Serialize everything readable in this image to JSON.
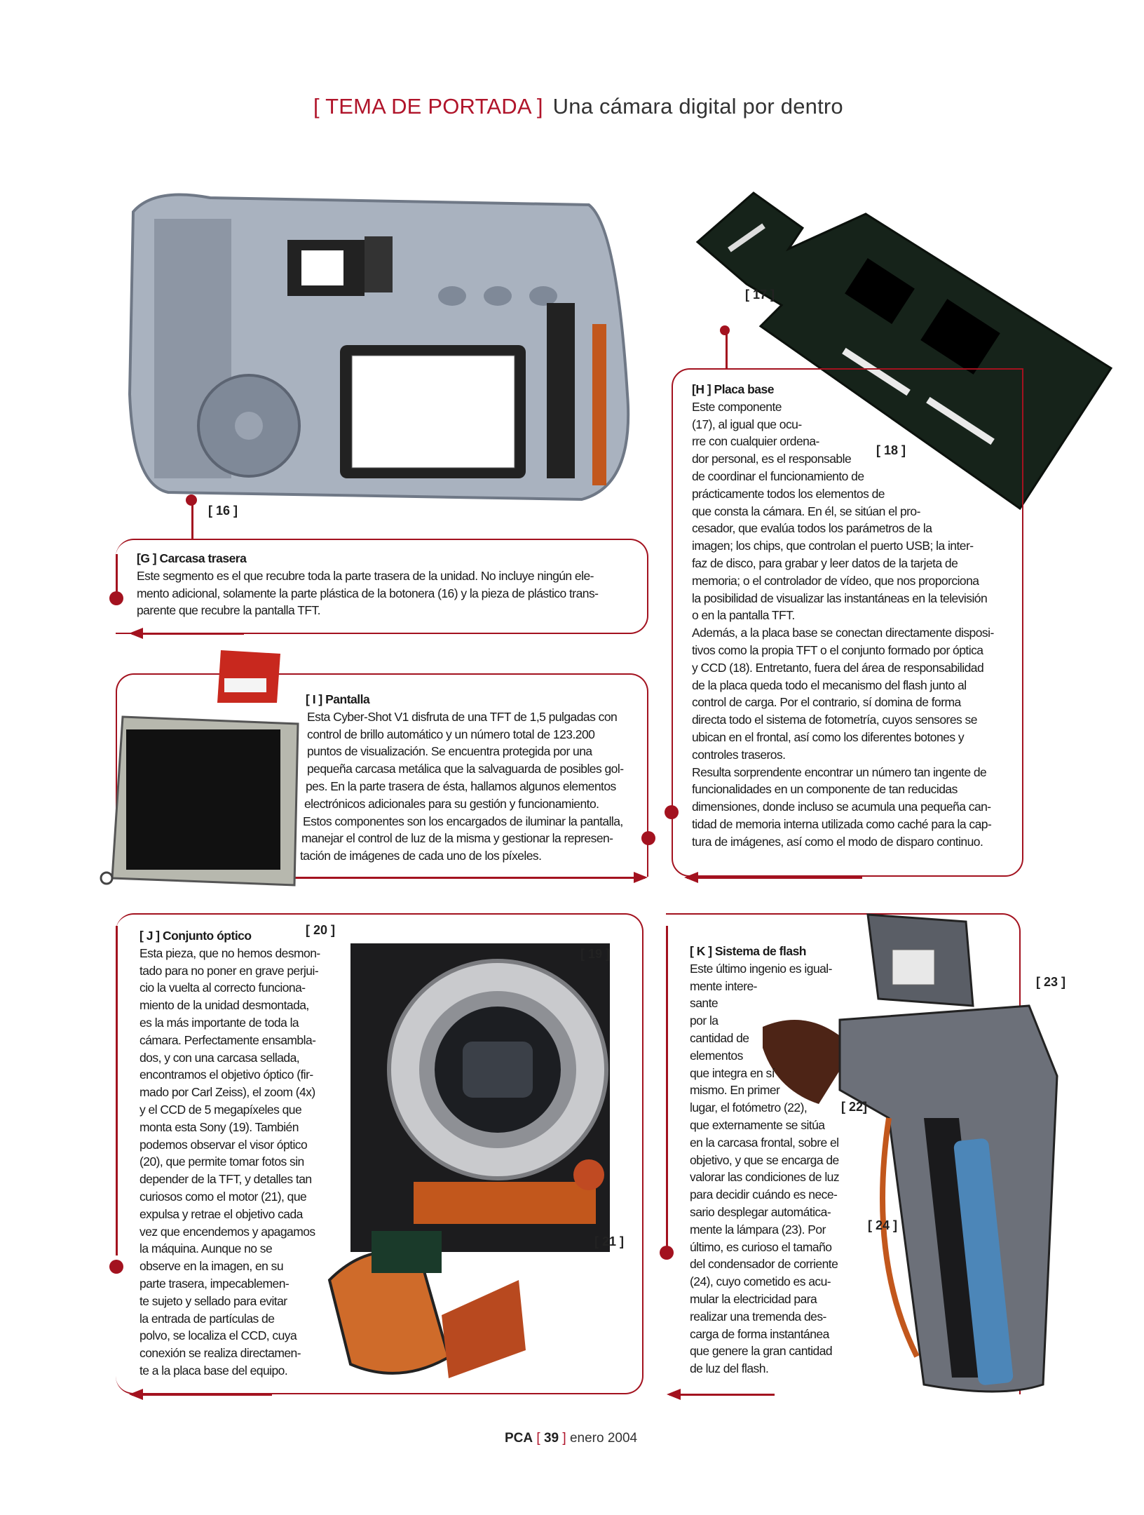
{
  "header": {
    "section": "[ TEMA DE PORTADA ]",
    "subtitle": "Una cámara digital por dentro"
  },
  "accent_color": "#a3121f",
  "labels": {
    "l16": "[ 16 ]",
    "l17": "[ 17 ]",
    "l18": "[ 18 ]",
    "l19": "[ 19 ]",
    "l20": "[ 20 ]",
    "l21": "[ 21 ]",
    "l22": "[ 22]",
    "l23": "[ 23 ]",
    "l24": "[ 24 ]"
  },
  "sections": {
    "g": {
      "heading": "[G ] Carcasa trasera",
      "lines": [
        "Este segmento es el que recubre toda la parte trasera de la unidad. No incluye ningún ele-",
        "mento adicional, solamente la parte plástica de la botonera (16) y la pieza de plástico trans-",
        "parente que recubre la pantalla TFT."
      ]
    },
    "h": {
      "heading": "[H ] Placa base",
      "lines": [
        "Este componente",
        "(17), al igual que ocu-",
        "rre con cualquier ordena-",
        "dor personal, es el responsable",
        "de coordinar el funcionamiento de",
        "prácticamente todos los elementos de",
        "que consta la cámara. En él, se sitúan el pro-",
        "cesador, que evalúa todos los parámetros de la",
        "imagen; los chips, que controlan el puerto USB; la inter-",
        "faz de disco, para grabar y leer datos de la tarjeta de",
        "memoria; o el controlador de vídeo, que nos proporciona",
        "la posibilidad de visualizar las instantáneas en la televisión",
        "o en la pantalla TFT.",
        "Además, a la placa base se conectan directamente disposi-",
        "tivos como la propia TFT o el conjunto formado por óptica",
        "y CCD (18). Entretanto, fuera del área de responsabilidad",
        "de la placa queda todo el mecanismo del flash junto al",
        "control de carga. Por el contrario, sí domina de forma",
        "directa todo el sistema de fotometría, cuyos sensores se",
        "ubican en el frontal, así como los diferentes botones y",
        "controles traseros.",
        "Resulta sorprendente encontrar un número tan ingente de",
        "funcionalidades en un componente de tan reducidas",
        "dimensiones, donde incluso se acumula una pequeña can-",
        "tidad de memoria interna utilizada como caché para la cap-",
        "tura de imágenes, así como el modo de disparo continuo."
      ]
    },
    "i": {
      "heading": "[ I ] Pantalla",
      "lines": [
        "Esta Cyber-Shot V1 disfruta de una TFT de 1,5 pulgadas con",
        "control de brillo automático y un número total de 123.200",
        "puntos de visualización. Se encuentra protegida por una",
        "pequeña carcasa metálica que la salvaguarda de posibles gol-",
        "pes. En la parte trasera de ésta, hallamos algunos elementos",
        "electrónicos adicionales para su gestión y funcionamiento.",
        "Estos componentes son los encargados de iluminar la pantalla,",
        "manejar el control de luz de la misma y gestionar la represen-",
        "tación de imágenes de cada uno de los píxeles."
      ]
    },
    "j": {
      "heading": "[ J ] Conjunto óptico",
      "lines": [
        "Esta pieza, que no hemos desmon-",
        "tado para no poner en grave perjui-",
        "cio la vuelta al correcto funciona-",
        "miento de la unidad desmontada,",
        "es la más importante de toda la",
        "cámara. Perfectamente ensambla-",
        "dos, y con una carcasa sellada,",
        "encontramos el objetivo óptico (fir-",
        "mado por Carl Zeiss), el zoom (4x)",
        "y el CCD de 5 megapíxeles que",
        "monta esta Sony (19). También",
        "podemos observar el visor óptico",
        "(20), que permite tomar fotos sin",
        "depender de la TFT, y detalles tan",
        "curiosos como el motor (21), que",
        "expulsa y retrae el objetivo cada",
        "vez que encendemos y apagamos",
        "la máquina. Aunque no se",
        "observe en la imagen, en su",
        "parte trasera, impecablemen-",
        "te sujeto y sellado para evitar",
        "la entrada de partículas de",
        "polvo, se localiza el CCD, cuya",
        "conexión se realiza directamen-",
        "te a la placa base del equipo."
      ]
    },
    "k": {
      "heading": "[ K ] Sistema de flash",
      "lines": [
        "Este último ingenio es igual-",
        "mente intere-",
        "sante",
        "por la",
        "cantidad de",
        "elementos",
        "que integra en sí",
        "mismo. En primer",
        "lugar, el fotómetro (22),",
        "que externamente se sitúa",
        "en la carcasa frontal, sobre el",
        "objetivo, y que se encarga de",
        "valorar las condiciones de luz",
        "para decidir cuándo es nece-",
        "sario desplegar automática-",
        "mente la lámpara (23). Por",
        "último, es curioso el tamaño",
        "del condensador de corriente",
        "(24), cuyo cometido es acu-",
        "mular la electricidad para",
        "realizar una tremenda des-",
        "carga de forma instantánea",
        "que genere la gran cantidad",
        "de luz del flash."
      ]
    }
  },
  "footer": {
    "magazine": "PCA",
    "page": "39",
    "date": "enero 2004",
    "open": "[",
    "close": "]"
  }
}
